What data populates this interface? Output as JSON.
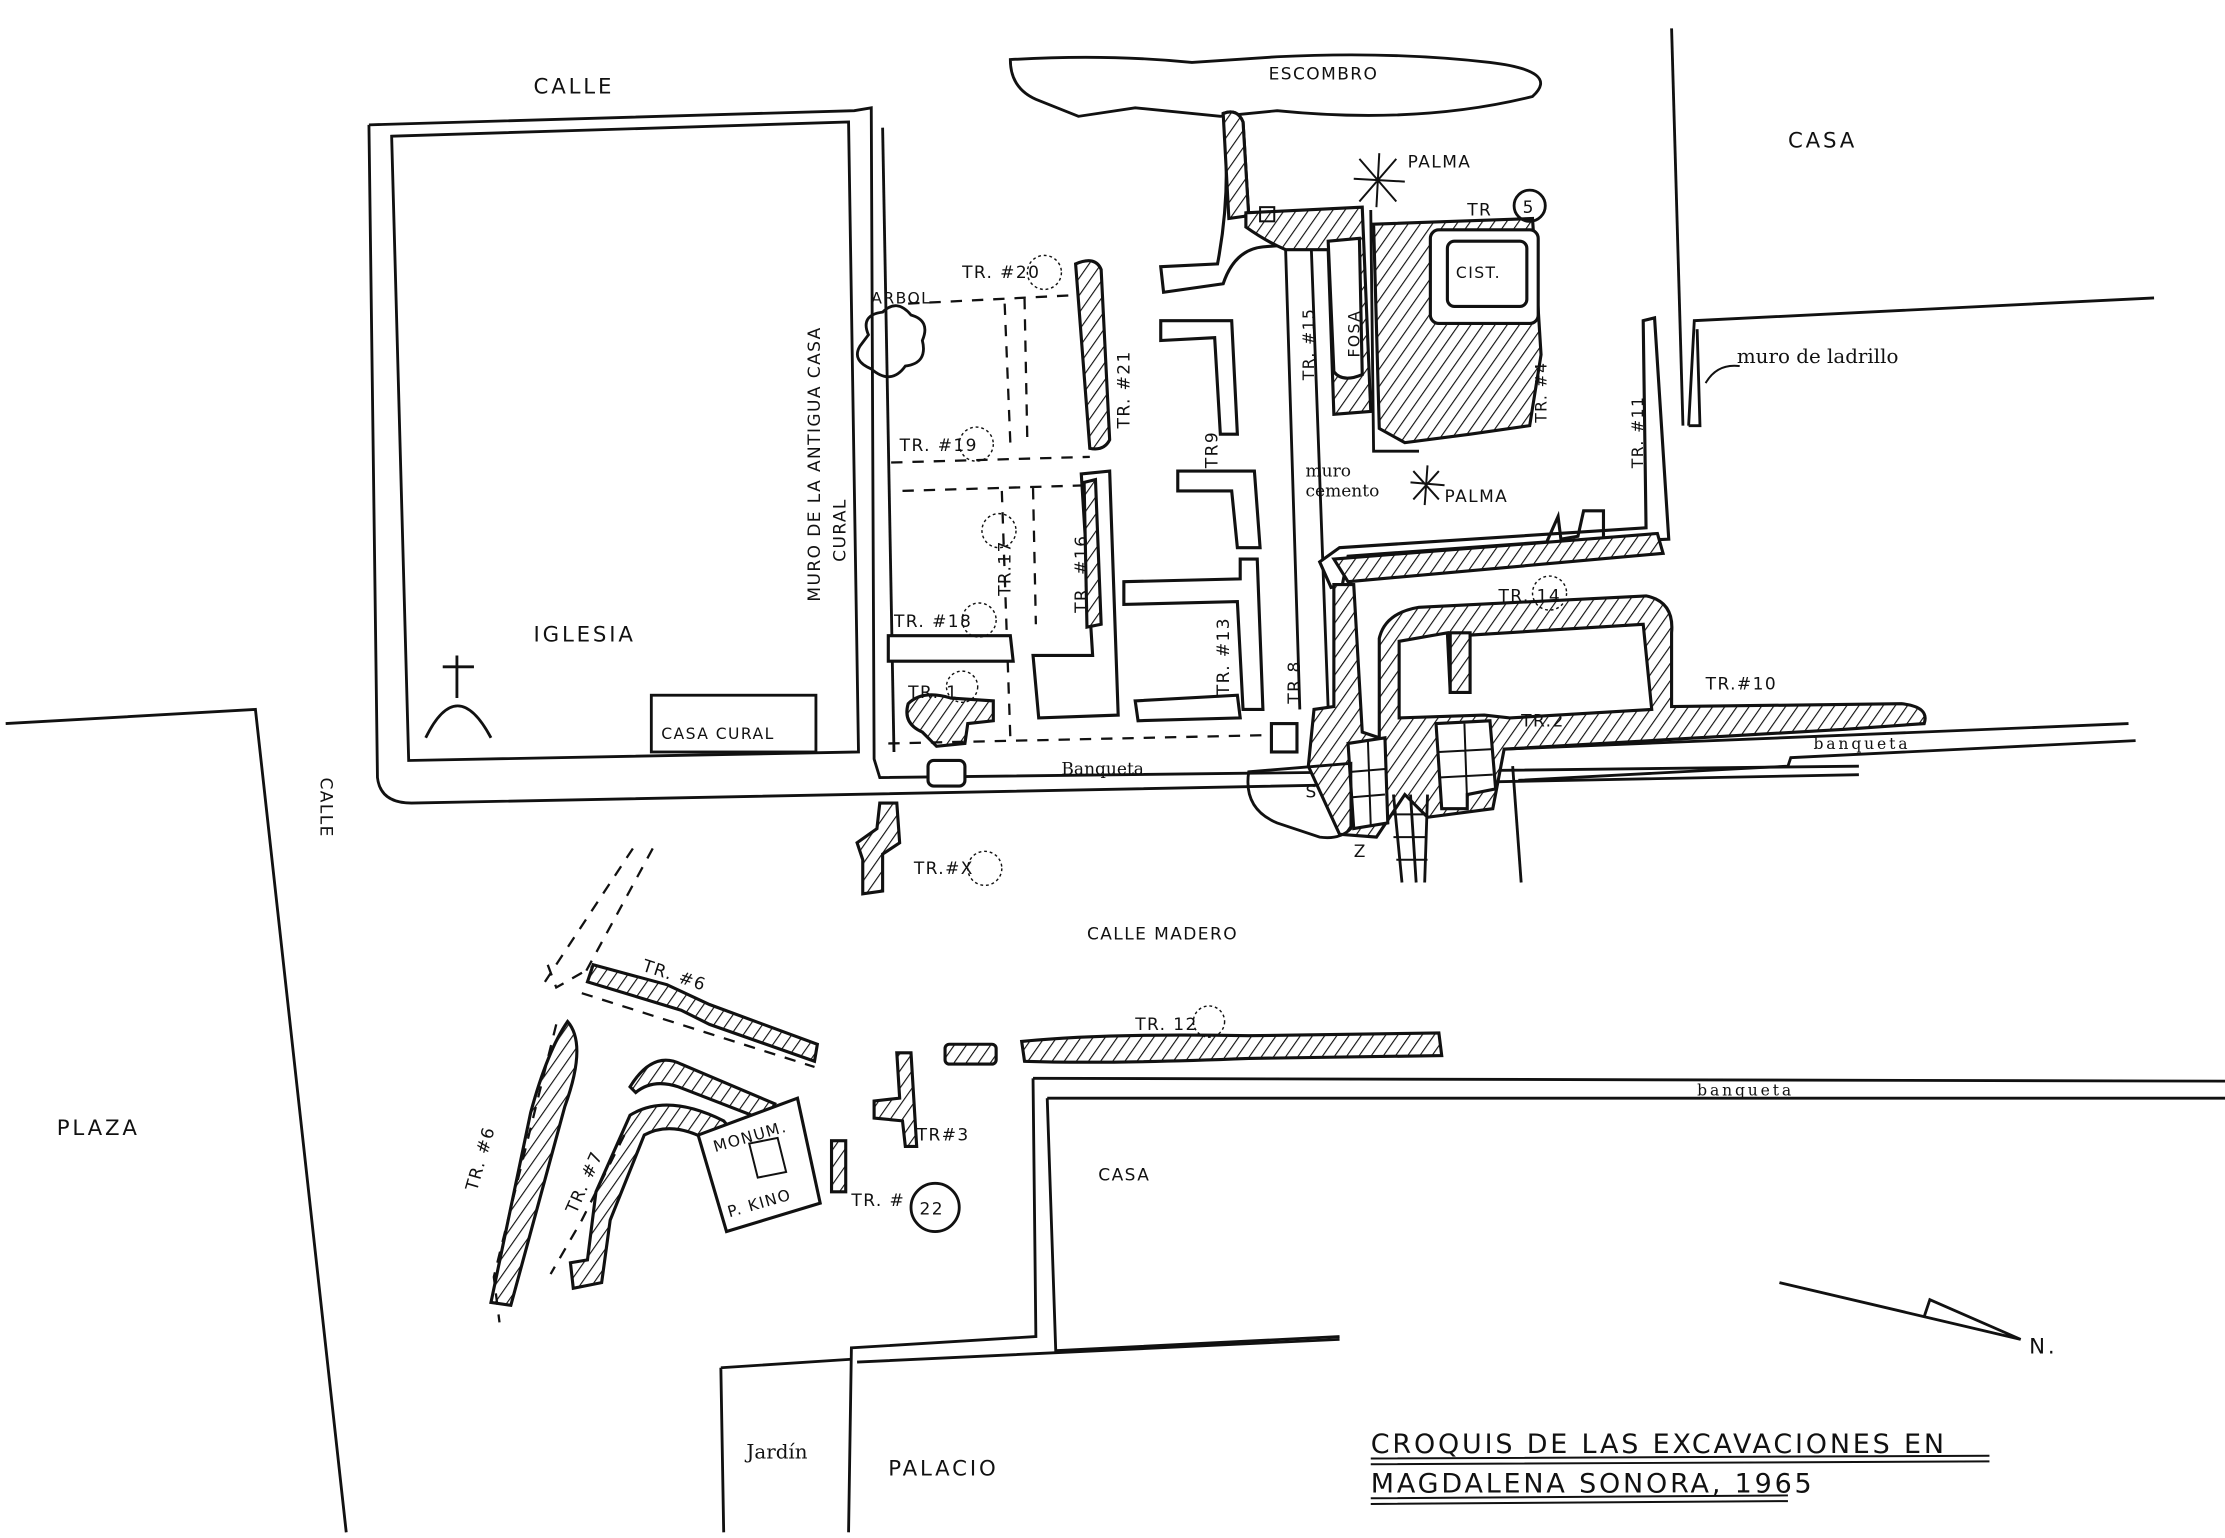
{
  "title": {
    "line1": "CROQUIS DE LAS EXCAVACIONES EN",
    "line2_place": "MAGDALENA SONORA",
    "line2_year": ", 1965"
  },
  "north_arrow": {
    "label": "N."
  },
  "streets": {
    "calle_top": "CALLE",
    "calle_left": "CALLE",
    "calle_madero": "CALLE MADERO",
    "banqueta_center": "Banqueta",
    "banqueta_right": "banqueta",
    "banqueta_bottom": "banqueta"
  },
  "areas": {
    "escombro": "ESCOMBRO",
    "casa_top_right": "CASA",
    "casa_bottom": "CASA",
    "iglesia": "IGLESIA",
    "casa_cural": "CASA CURAL",
    "muro_antigua_line1": "MURO DE LA ANTIGUA CASA",
    "muro_antigua_line2": "CURAL",
    "plaza": "PLAZA",
    "jardin": "Jardín",
    "palacio": "PALACIO",
    "monumento_line1": "MONUM.",
    "monumento_line2": "P. KINO"
  },
  "features": {
    "arbol": "ARBOL",
    "palma_top": "PALMA",
    "palma_bottom": "PALMA",
    "cisterna": "CIST.",
    "fosa": "FOSA",
    "muro_cemento_line1": "muro",
    "muro_cemento_line2": "cemento",
    "muro_ladrillo": "muro de ladrillo",
    "s_marker": "S",
    "z_marker": "Z"
  },
  "trenches": {
    "tr1": {
      "prefix": "TR.",
      "num": "1"
    },
    "tr2": {
      "prefix": "TR.",
      "num": "2"
    },
    "tr3": {
      "prefix": "TR#",
      "num": "3"
    },
    "tr4": {
      "prefix": "TR. #",
      "num": "4"
    },
    "tr5": {
      "prefix": "TR",
      "num": "5"
    },
    "tr6_top": {
      "prefix": "TR. #",
      "num": "6"
    },
    "tr6_side": {
      "prefix": "TR. #",
      "num": "6"
    },
    "tr7": {
      "prefix": "TR. #",
      "num": "7"
    },
    "tr8": {
      "prefix": "TR.",
      "num": "8"
    },
    "tr9": {
      "prefix": "TR",
      "num": "9"
    },
    "tr10": {
      "prefix": "TR.#",
      "num": "10"
    },
    "tr11": {
      "prefix": "TR. #",
      "num": "11"
    },
    "tr12": {
      "prefix": "TR.",
      "num": "12"
    },
    "tr13": {
      "prefix": "TR. #",
      "num": "13"
    },
    "tr14": {
      "prefix": "TR.",
      "num": "14"
    },
    "tr15": {
      "prefix": "TR. #",
      "num": "15"
    },
    "tr16": {
      "prefix": "TR. #",
      "num": "16"
    },
    "tr17": {
      "prefix": "TR.",
      "num": "17"
    },
    "tr18": {
      "prefix": "TR. #",
      "num": "18"
    },
    "tr19": {
      "prefix": "TR. #",
      "num": "19"
    },
    "tr20": {
      "prefix": "TR. #",
      "num": "20"
    },
    "tr21": {
      "prefix": "TR. #",
      "num": "21"
    },
    "tr22": {
      "prefix": "TR. #",
      "num": "22"
    },
    "trx": {
      "prefix": "TR.#",
      "num": "X"
    }
  }
}
